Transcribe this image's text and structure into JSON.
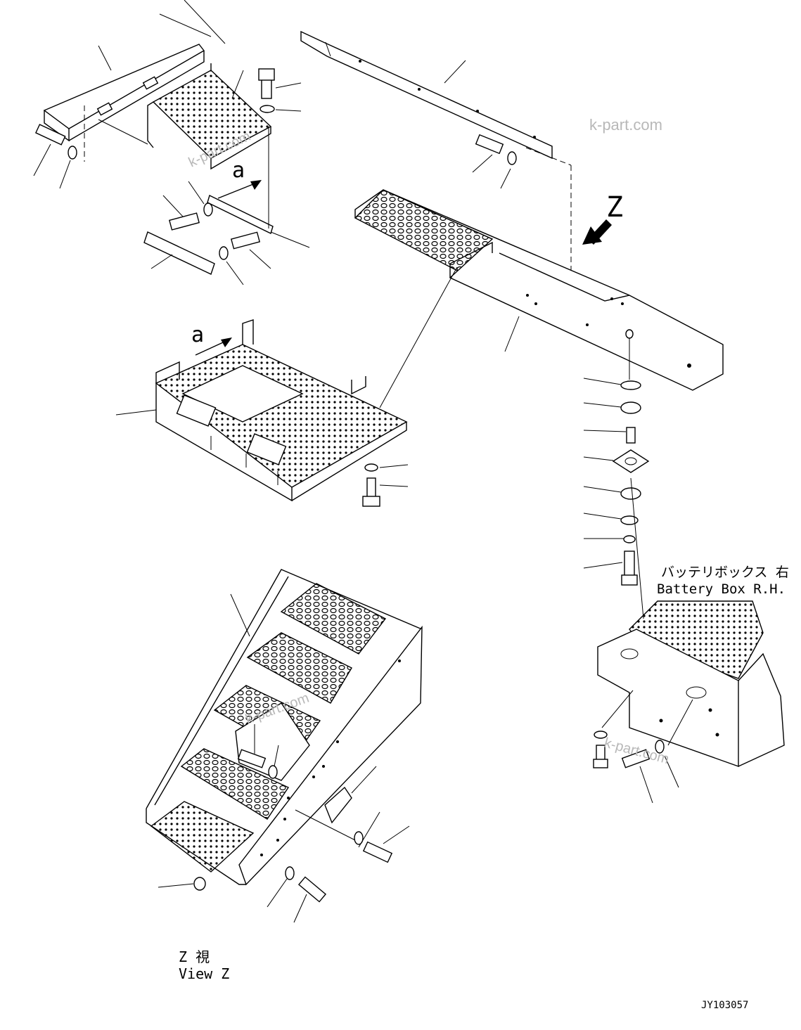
{
  "labels": {
    "view_letter_top": "a",
    "view_letter_mid": "a",
    "view_z_letter": "Z",
    "battery_box_jp": "バッテリボックス 右",
    "battery_box_en": "Battery Box R.H.",
    "view_z_jp": "Z 視",
    "view_z_en": "View Z",
    "drawing_number": "JY103057"
  },
  "watermarks": [
    "k-part.com",
    "k-part.com",
    "k-part.com",
    "k-part.com"
  ]
}
